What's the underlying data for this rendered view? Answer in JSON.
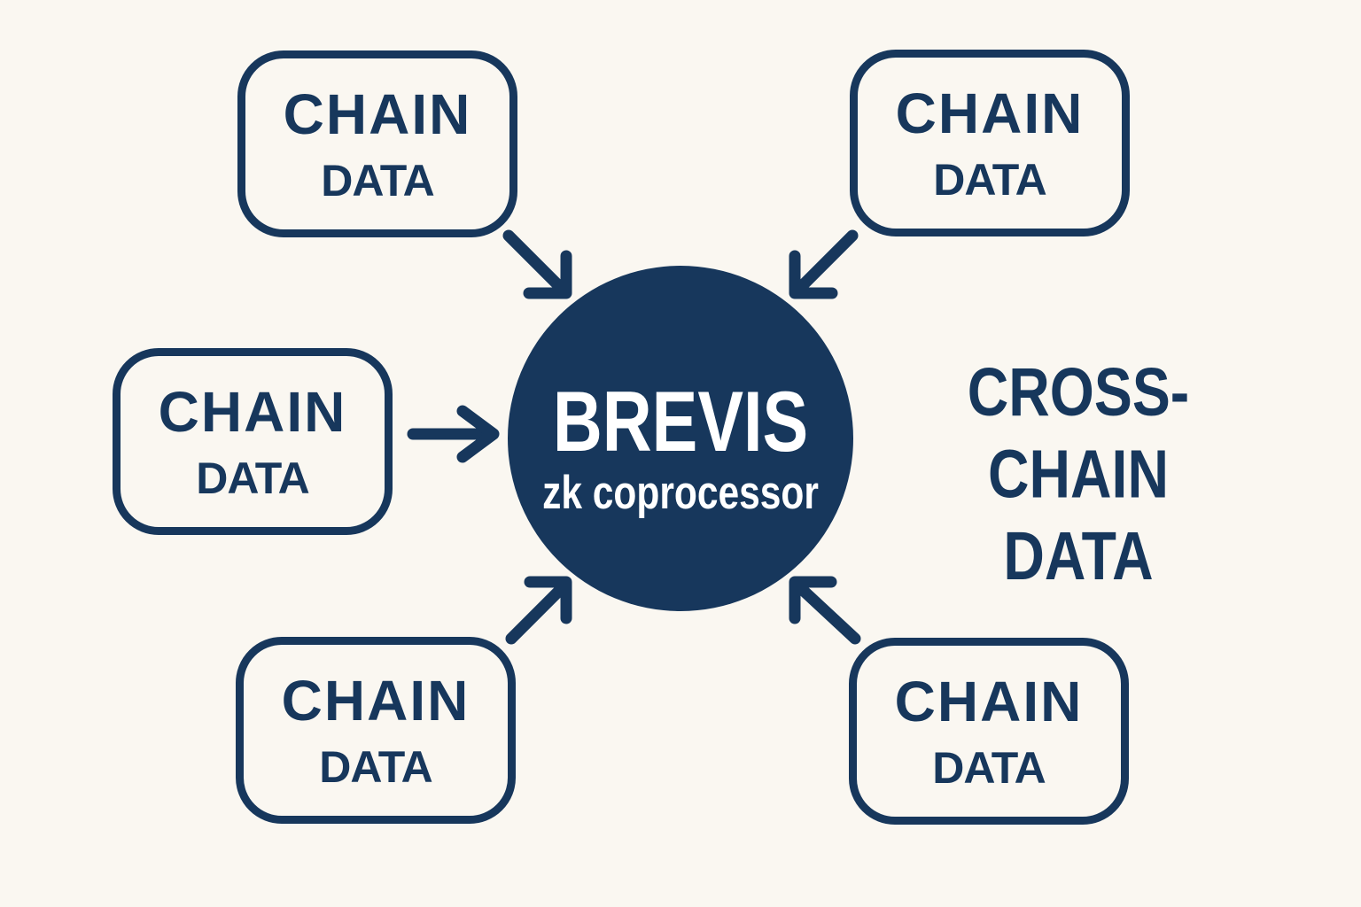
{
  "colors": {
    "navy": "#17375c",
    "background": "#faf7f1",
    "text_on_navy": "#ffffff"
  },
  "center_node": {
    "title": "BREVIS",
    "subtitle": "zk coprocessor"
  },
  "input_nodes": [
    {
      "position": "top-left",
      "line1": "CHAIN",
      "line2": "DATA"
    },
    {
      "position": "top-right",
      "line1": "CHAIN",
      "line2": "DATA"
    },
    {
      "position": "middle-left",
      "line1": "CHAIN",
      "line2": "DATA"
    },
    {
      "position": "bottom-left",
      "line1": "CHAIN",
      "line2": "DATA"
    },
    {
      "position": "bottom-right",
      "line1": "CHAIN",
      "line2": "DATA"
    }
  ],
  "output_label": {
    "line1": "CROSS-CHAIN",
    "line2": "DATA"
  },
  "arrows": [
    {
      "name": "arrow-from-top-left",
      "direction": "down-right"
    },
    {
      "name": "arrow-from-top-right",
      "direction": "down-left"
    },
    {
      "name": "arrow-from-middle-left",
      "direction": "right"
    },
    {
      "name": "arrow-from-bottom-left",
      "direction": "up-right"
    },
    {
      "name": "arrow-from-bottom-right",
      "direction": "up-left"
    }
  ]
}
